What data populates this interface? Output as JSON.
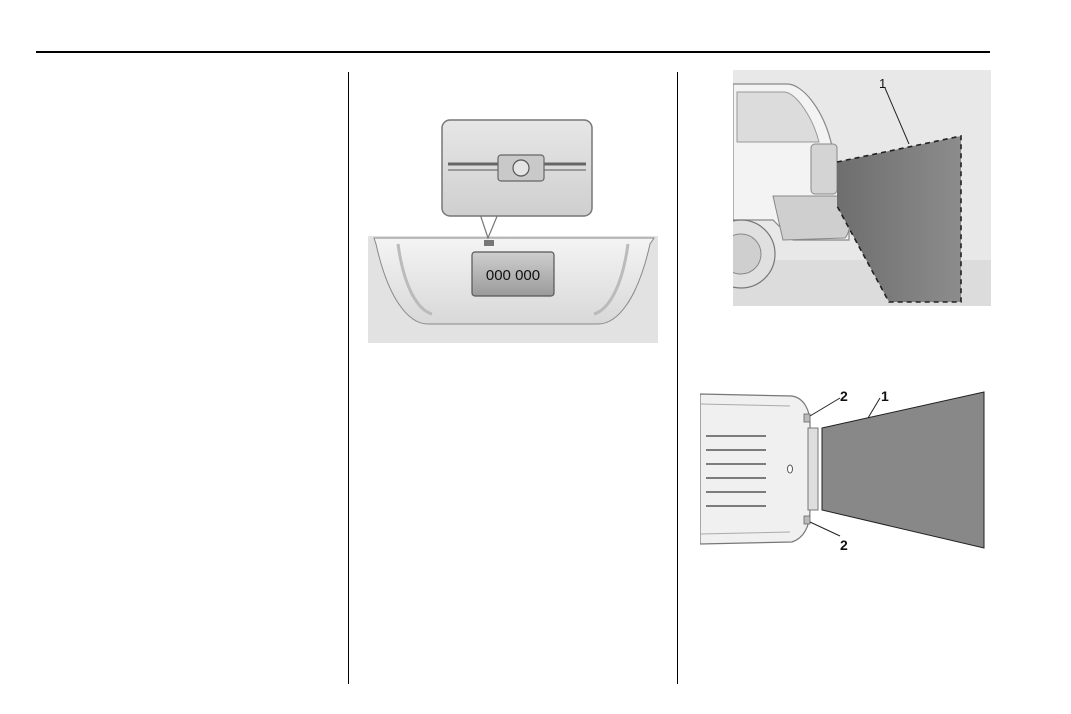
{
  "figure_plate": {
    "plate_text": "000 000"
  },
  "figure_side": {
    "callout_1": "1"
  },
  "figure_top": {
    "callout_1": "1",
    "callout_2_upper": "2",
    "callout_2_lower": "2"
  }
}
